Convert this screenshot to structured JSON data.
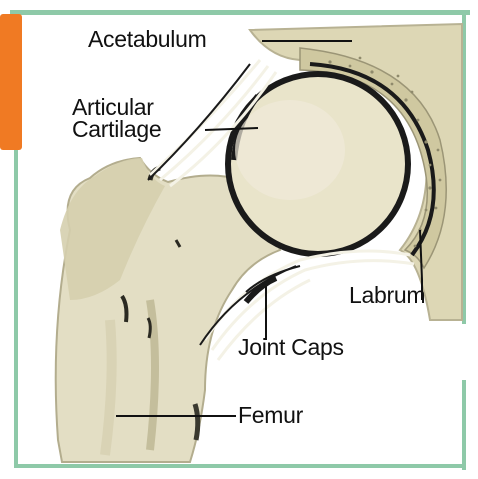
{
  "labels": {
    "acetabulum": "Acetabulum",
    "articular_line1": "Articular",
    "articular_line2": "Cartilage",
    "labrum": "Labrum",
    "joint_capsule": "Joint Caps",
    "femur": "Femur"
  },
  "colors": {
    "border_green": "#8ec9a8",
    "accent_orange": "#f07a23",
    "bone": "#e4dfc6",
    "bone_shadow": "#cfc9a7",
    "bone_dark": "#a39f80",
    "capsule_outline": "#1a1a1a",
    "leader_line": "#111111"
  }
}
